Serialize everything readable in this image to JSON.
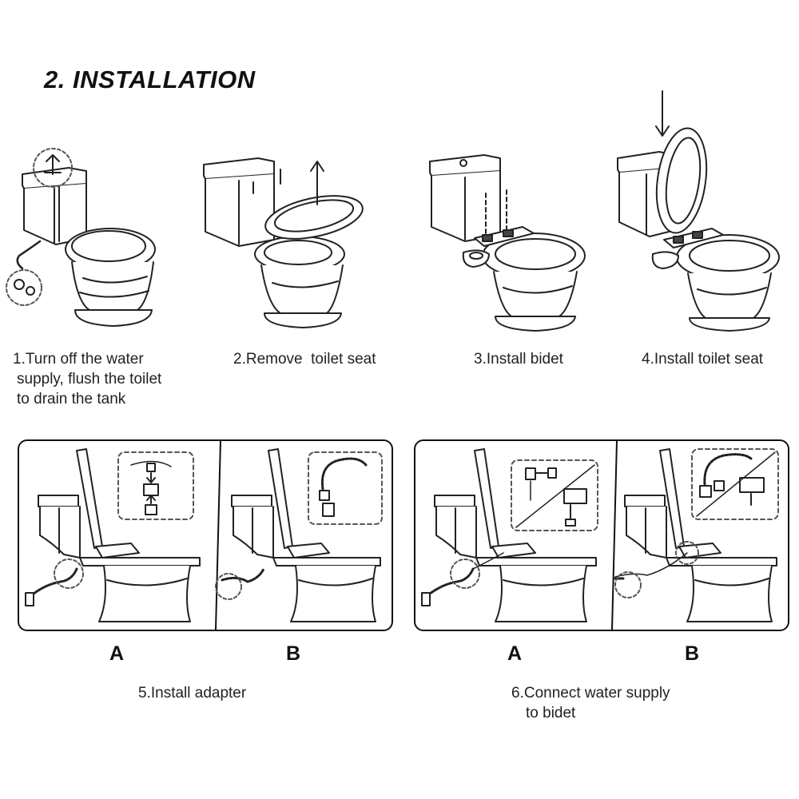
{
  "heading": "2. INSTALLATION",
  "steps": [
    {
      "lines": [
        "1.Turn off the water",
        "supply, flush the toilet",
        "to drain the tank"
      ]
    },
    {
      "lines": [
        "2.Remove  toilet seat"
      ]
    },
    {
      "lines": [
        "3.Install bidet"
      ]
    },
    {
      "lines": [
        "4.Install toilet seat"
      ]
    }
  ],
  "groups": [
    {
      "caption_lines": [
        "5.Install adapter"
      ],
      "options": [
        "A",
        "B"
      ]
    },
    {
      "caption_lines": [
        "6.Connect water supply",
        "to bidet"
      ],
      "options": [
        "A",
        "B"
      ]
    }
  ],
  "colors": {
    "line": "#222222",
    "panel_border": "#111111",
    "callout": "#555555"
  }
}
